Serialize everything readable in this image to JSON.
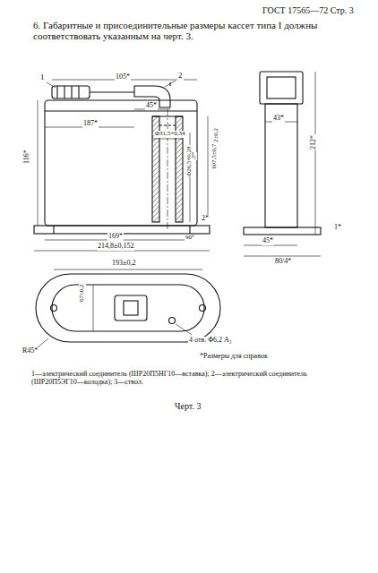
{
  "diagram": {
    "caption": "Черт. 3",
    "labels": [
      "ГОСТ 17565—72 Стр. 3",
      "6. Габаритные и присоединительные размеры кассет типа I должны соответствовать указанным на черт. 3.",
      "1",
      "2",
      "105*",
      "45*",
      "187*",
      "Φ31,5+0,34",
      "2±0,2",
      "116*",
      "Φ26,5+0,28",
      "107,5±0,7",
      "l₁",
      "2*",
      "90°",
      "169*",
      "214,8±0,152",
      "43*",
      "212*",
      "1*",
      "45*",
      "80/4*",
      "193±0,2",
      "67±0,2",
      "R45*",
      "4 отв. Φ6,2 A₃",
      "*Размеры для справок",
      "1—электрический соединитель (ШР20П5НГ10—вставка); 2—электрический соединитель (ШР20П5ЭГ10—колодка); 3—ствол."
    ]
  }
}
